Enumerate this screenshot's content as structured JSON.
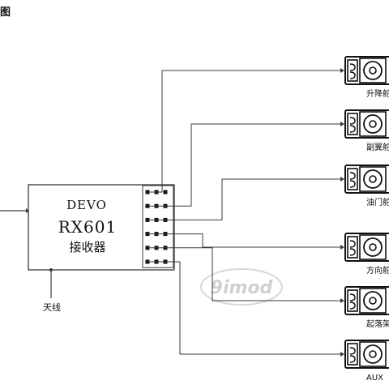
{
  "header": {
    "title_fragment": "图"
  },
  "receiver": {
    "brand": "DEVO",
    "model": "RX601",
    "name": "接收器"
  },
  "antenna": {
    "label": "天线"
  },
  "watermark": {
    "text": "9imod"
  },
  "servos": [
    {
      "label": "升降舵"
    },
    {
      "label": "副翼舵"
    },
    {
      "label": "油门舵"
    },
    {
      "label": "方向舵"
    },
    {
      "label": "起落架"
    },
    {
      "label": "AUX"
    }
  ],
  "colors": {
    "line": "#3a3a3a",
    "ink": "#111111",
    "watermark": "#cccccc"
  }
}
